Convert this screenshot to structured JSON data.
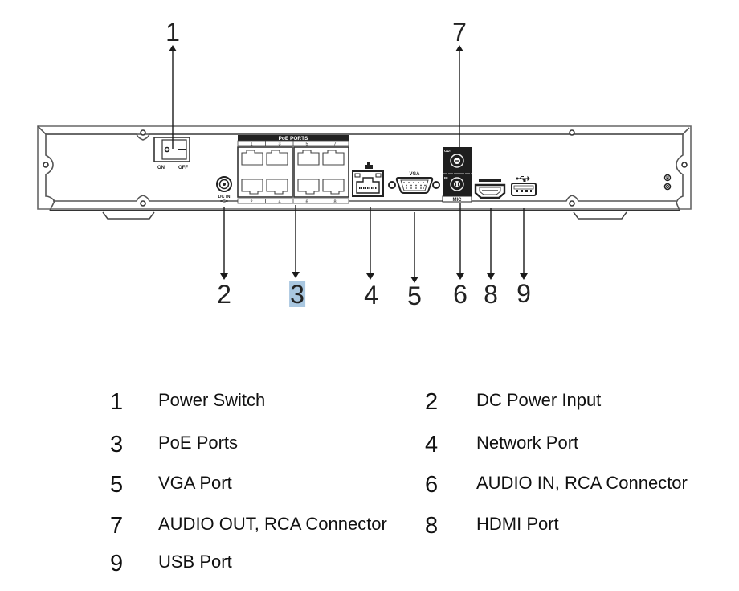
{
  "diagram": {
    "title": "NVR rear panel",
    "panel_labels": {
      "power_on": "ON",
      "power_off": "OFF",
      "dc_in": "DC IN",
      "poe_header": "PoE PORTS",
      "poe_top_numbers": [
        "1",
        "3",
        "5",
        "7"
      ],
      "poe_bottom_numbers": [
        "2",
        "4",
        "6",
        "8"
      ],
      "vga": "VGA",
      "audio_out": "OUT",
      "audio_in": "IN",
      "mic": "MIC"
    },
    "callouts": [
      {
        "id": "1",
        "label": "1",
        "highlighted": false
      },
      {
        "id": "2",
        "label": "2",
        "highlighted": false
      },
      {
        "id": "3",
        "label": "3",
        "highlighted": true
      },
      {
        "id": "4",
        "label": "4",
        "highlighted": false
      },
      {
        "id": "5",
        "label": "5",
        "highlighted": false
      },
      {
        "id": "6",
        "label": "6",
        "highlighted": false
      },
      {
        "id": "7",
        "label": "7",
        "highlighted": false
      },
      {
        "id": "8",
        "label": "8",
        "highlighted": false
      },
      {
        "id": "9",
        "label": "9",
        "highlighted": false
      }
    ]
  },
  "legend": [
    {
      "num": "1",
      "text": "Power Switch"
    },
    {
      "num": "2",
      "text": "DC Power Input"
    },
    {
      "num": "3",
      "text": "PoE Ports"
    },
    {
      "num": "4",
      "text": "Network Port"
    },
    {
      "num": "5",
      "text": "VGA Port"
    },
    {
      "num": "6",
      "text": "AUDIO IN, RCA Connector"
    },
    {
      "num": "7",
      "text": "AUDIO OUT, RCA Connector"
    },
    {
      "num": "8",
      "text": "HDMI Port"
    },
    {
      "num": "9",
      "text": "USB Port"
    }
  ],
  "colors": {
    "highlight": "#a9c7e0",
    "line": "#1a1a1a",
    "panel_stroke": "#555555"
  }
}
